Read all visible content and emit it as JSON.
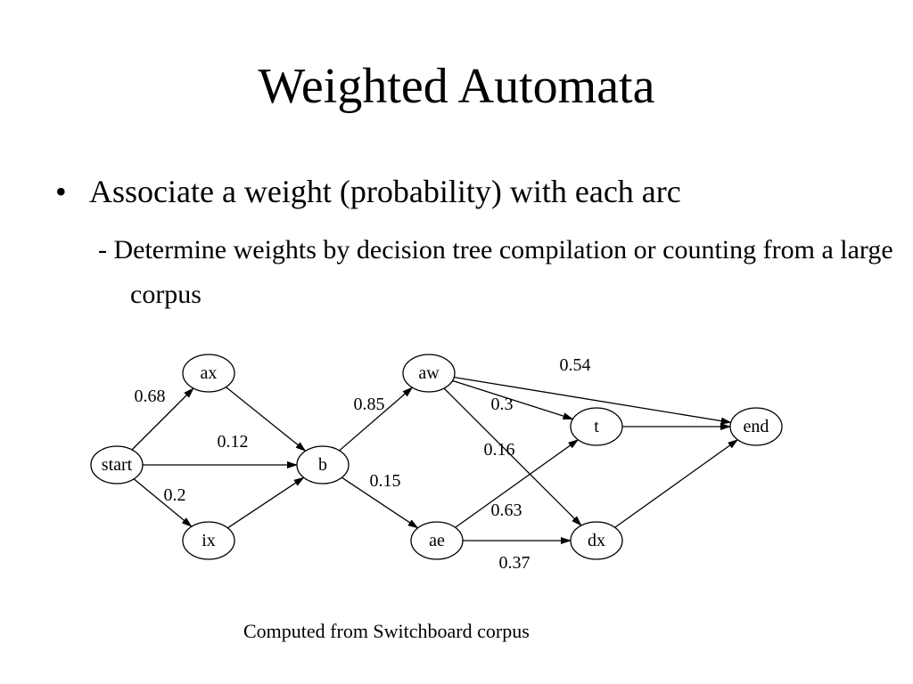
{
  "slide": {
    "title": "Weighted Automata",
    "bullet_marker": "•",
    "bullet": "Associate a weight (probability) with each arc",
    "subpoint": "- Determine weights by  decision tree compilation or counting from a large corpus",
    "caption": "Computed from Switchboard corpus"
  },
  "diagram": {
    "nodes": [
      {
        "id": "start",
        "label": "start"
      },
      {
        "id": "ax",
        "label": "ax"
      },
      {
        "id": "ix",
        "label": "ix"
      },
      {
        "id": "b",
        "label": "b"
      },
      {
        "id": "aw",
        "label": "aw"
      },
      {
        "id": "ae",
        "label": "ae"
      },
      {
        "id": "t",
        "label": "t"
      },
      {
        "id": "dx",
        "label": "dx"
      },
      {
        "id": "end",
        "label": "end"
      }
    ],
    "arcs": [
      {
        "from": "start",
        "to": "ax",
        "weight": "0.68"
      },
      {
        "from": "start",
        "to": "b",
        "weight": "0.12"
      },
      {
        "from": "start",
        "to": "ix",
        "weight": "0.2"
      },
      {
        "from": "ax",
        "to": "b",
        "weight": ""
      },
      {
        "from": "ix",
        "to": "b",
        "weight": ""
      },
      {
        "from": "b",
        "to": "aw",
        "weight": "0.85"
      },
      {
        "from": "b",
        "to": "ae",
        "weight": "0.15"
      },
      {
        "from": "aw",
        "to": "end",
        "weight": "0.54"
      },
      {
        "from": "aw",
        "to": "t",
        "weight": "0.3"
      },
      {
        "from": "aw",
        "to": "dx",
        "weight": "0.16"
      },
      {
        "from": "ae",
        "to": "t",
        "weight": "0.63"
      },
      {
        "from": "ae",
        "to": "dx",
        "weight": "0.37"
      },
      {
        "from": "t",
        "to": "end",
        "weight": ""
      },
      {
        "from": "dx",
        "to": "end",
        "weight": ""
      }
    ]
  }
}
